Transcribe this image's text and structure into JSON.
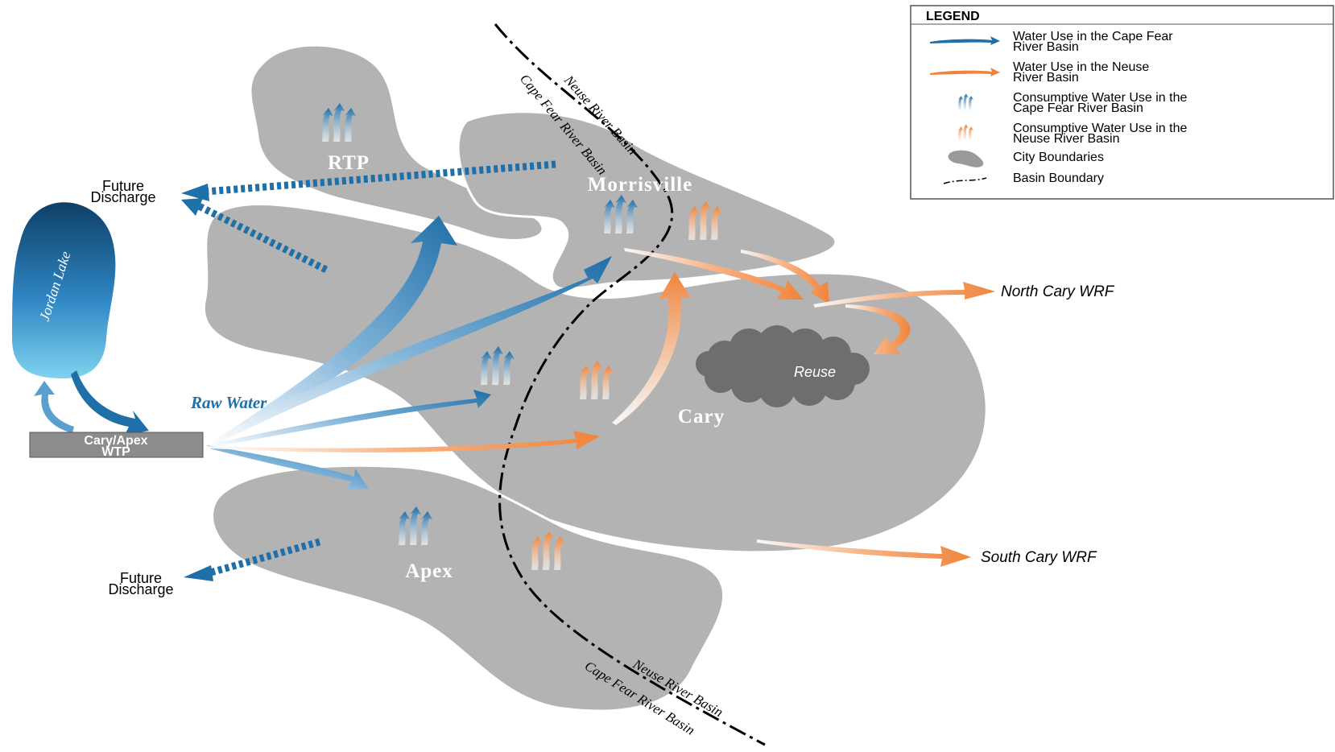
{
  "legend": {
    "title": "LEGEND",
    "items": [
      {
        "line1": "Water Use in the Cape Fear",
        "line2": "River Basin",
        "icon": "blue-arrow-icon"
      },
      {
        "line1": "Water Use in the Neuse",
        "line2": "River Basin",
        "icon": "orange-arrow-icon"
      },
      {
        "line1": "Consumptive Water Use in the",
        "line2": "Cape Fear River Basin",
        "icon": "blue-consumptive-icon"
      },
      {
        "line1": "Consumptive Water Use in the",
        "line2": "Neuse River Basin",
        "icon": "orange-consumptive-icon"
      },
      {
        "line1": "City Boundaries",
        "line2": "",
        "icon": "city-boundary-icon"
      },
      {
        "line1": "Basin Boundary",
        "line2": "",
        "icon": "basin-boundary-icon"
      }
    ]
  },
  "cities": {
    "rtp": "RTP",
    "morrisville": "Morrisville",
    "cary": "Cary",
    "apex": "Apex"
  },
  "labels": {
    "jordan_lake": "Jordan Lake",
    "raw_water": "Raw Water",
    "wtp_line1": "Cary/Apex",
    "wtp_line2": "WTP",
    "future_discharge_top_line1": "Future",
    "future_discharge_top_line2": "Discharge",
    "future_discharge_bottom_line1": "Future",
    "future_discharge_bottom_line2": "Discharge",
    "reuse": "Reuse",
    "north_cary_wrf": "North Cary WRF",
    "south_cary_wrf": "South Cary WRF"
  },
  "basin_labels": {
    "neuse_top": "Neuse River Basin",
    "cape_fear_top": "Cape Fear River Basin",
    "neuse_bottom": "Neuse River Basin",
    "cape_fear_bottom": "Cape Fear River Basin"
  },
  "colors": {
    "cape_fear_blue": "#1f6fa8",
    "neuse_orange": "#f0843c",
    "city_gray": "#b3b3b3",
    "reuse_gray": "#6e6e6e",
    "wtp_gray": "#8c8c8c"
  }
}
